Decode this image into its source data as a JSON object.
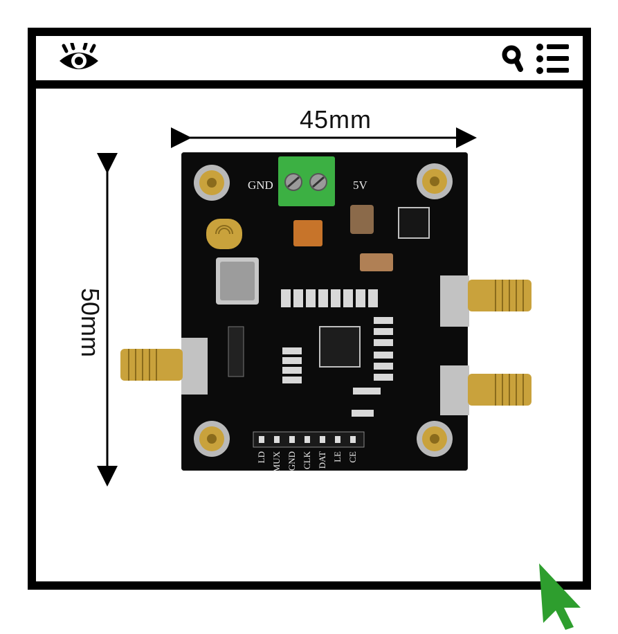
{
  "toolbar": {
    "eye_icon": "eye-icon",
    "search_icon": "search-icon",
    "menu_icon": "menu-list-icon"
  },
  "dimensions": {
    "width_label": "45mm",
    "height_label": "50mm"
  },
  "board": {
    "power_labels": [
      "GND",
      "5V"
    ],
    "header_pins": [
      "LD",
      "MUX",
      "GND",
      "CLK",
      "DAT",
      "LE",
      "CE"
    ]
  },
  "colors": {
    "frame": "#000000",
    "pcb": "#0b0b0b",
    "terminal": "#3cb043",
    "connector_gold": "#c9a23c",
    "cursor": "#2e9e2e"
  }
}
